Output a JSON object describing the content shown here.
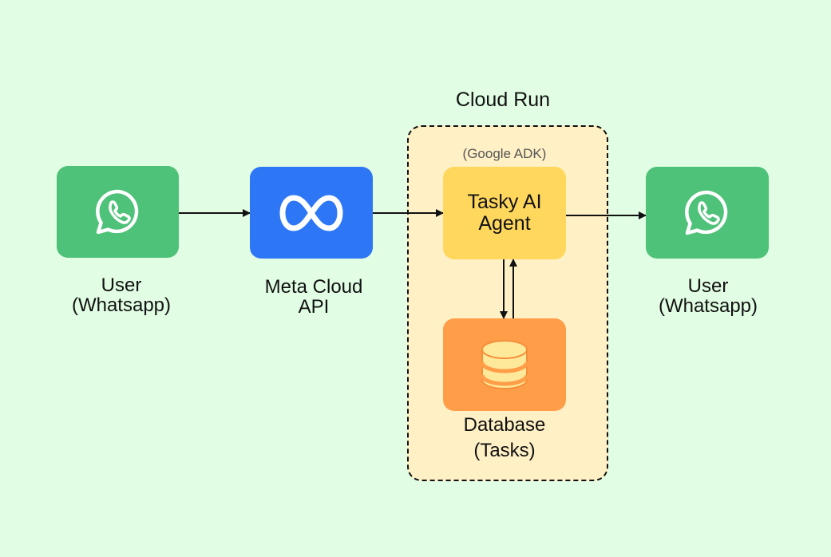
{
  "diagram": {
    "cloud_group": {
      "title": "Cloud Run",
      "subtitle": "(Google ADK)"
    },
    "nodes": [
      {
        "id": "user-in",
        "icon": "whatsapp-icon",
        "label_line1": "User",
        "label_line2": "(Whatsapp)",
        "color": "#4ec278"
      },
      {
        "id": "meta",
        "icon": "meta-icon",
        "label_line1": "Meta Cloud",
        "label_line2": "API",
        "color": "#2d76f5"
      },
      {
        "id": "agent",
        "label_line1": "Tasky AI",
        "label_line2": "Agent",
        "color": "#ffd75c"
      },
      {
        "id": "database",
        "icon": "database-icon",
        "label_line1": "Database",
        "label_line2": "(Tasks)",
        "color": "#ff9d48"
      },
      {
        "id": "user-out",
        "icon": "whatsapp-icon",
        "label_line1": "User",
        "label_line2": "(Whatsapp)",
        "color": "#4ec278"
      }
    ],
    "edges": [
      {
        "from": "user-in",
        "to": "meta"
      },
      {
        "from": "meta",
        "to": "agent"
      },
      {
        "from": "agent",
        "to": "user-out"
      },
      {
        "from": "agent",
        "to": "database"
      },
      {
        "from": "database",
        "to": "agent"
      }
    ]
  }
}
